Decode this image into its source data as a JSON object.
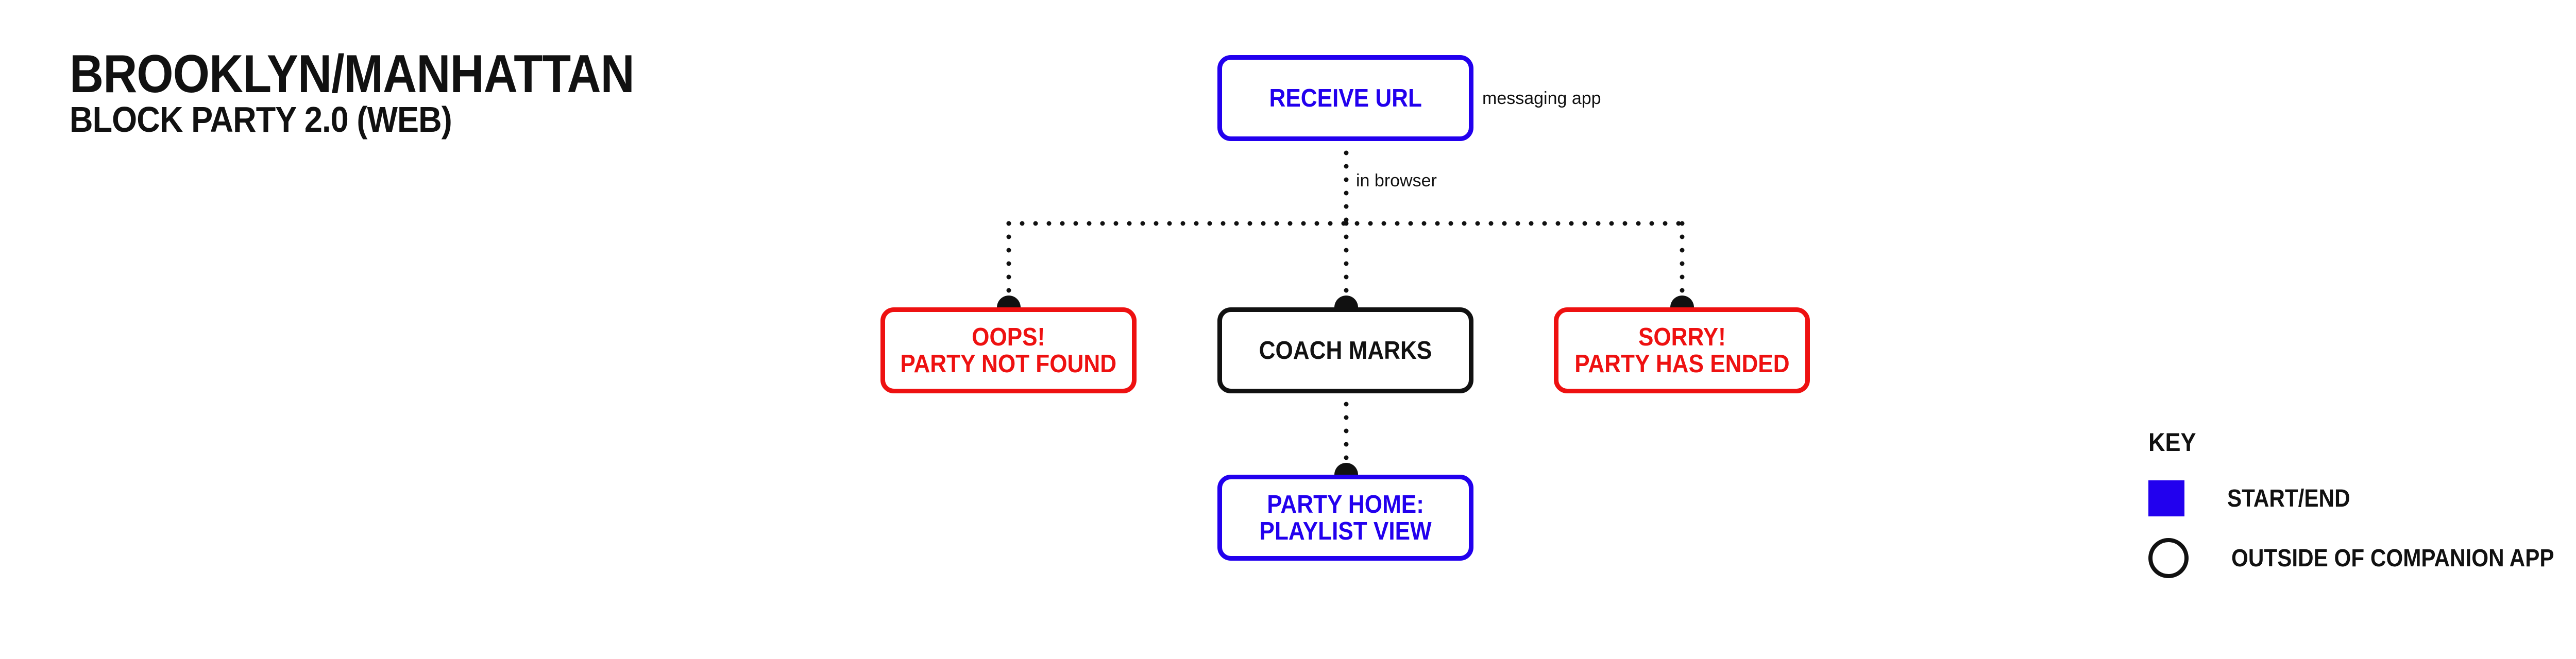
{
  "header": {
    "title": "BROOKLYN/MANHATTAN",
    "subtitle": "BLOCK PARTY 2.0 (WEB)"
  },
  "nodes": {
    "receive_url": "RECEIVE URL",
    "oops": "OOPS!\nPARTY NOT FOUND",
    "coach_marks": "COACH MARKS",
    "sorry": "SORRY!\nPARTY HAS ENDED",
    "party_home": "PARTY HOME:\nPLAYLIST VIEW"
  },
  "annotations": {
    "messaging_app": "messaging app",
    "in_browser": "in browser"
  },
  "key": {
    "title": "KEY",
    "start_end": "START/END",
    "outside_app": "OUTSIDE OF COMPANION APP"
  },
  "colors": {
    "start_end": "#2200ee",
    "error": "#ee1111",
    "default": "#111111"
  }
}
